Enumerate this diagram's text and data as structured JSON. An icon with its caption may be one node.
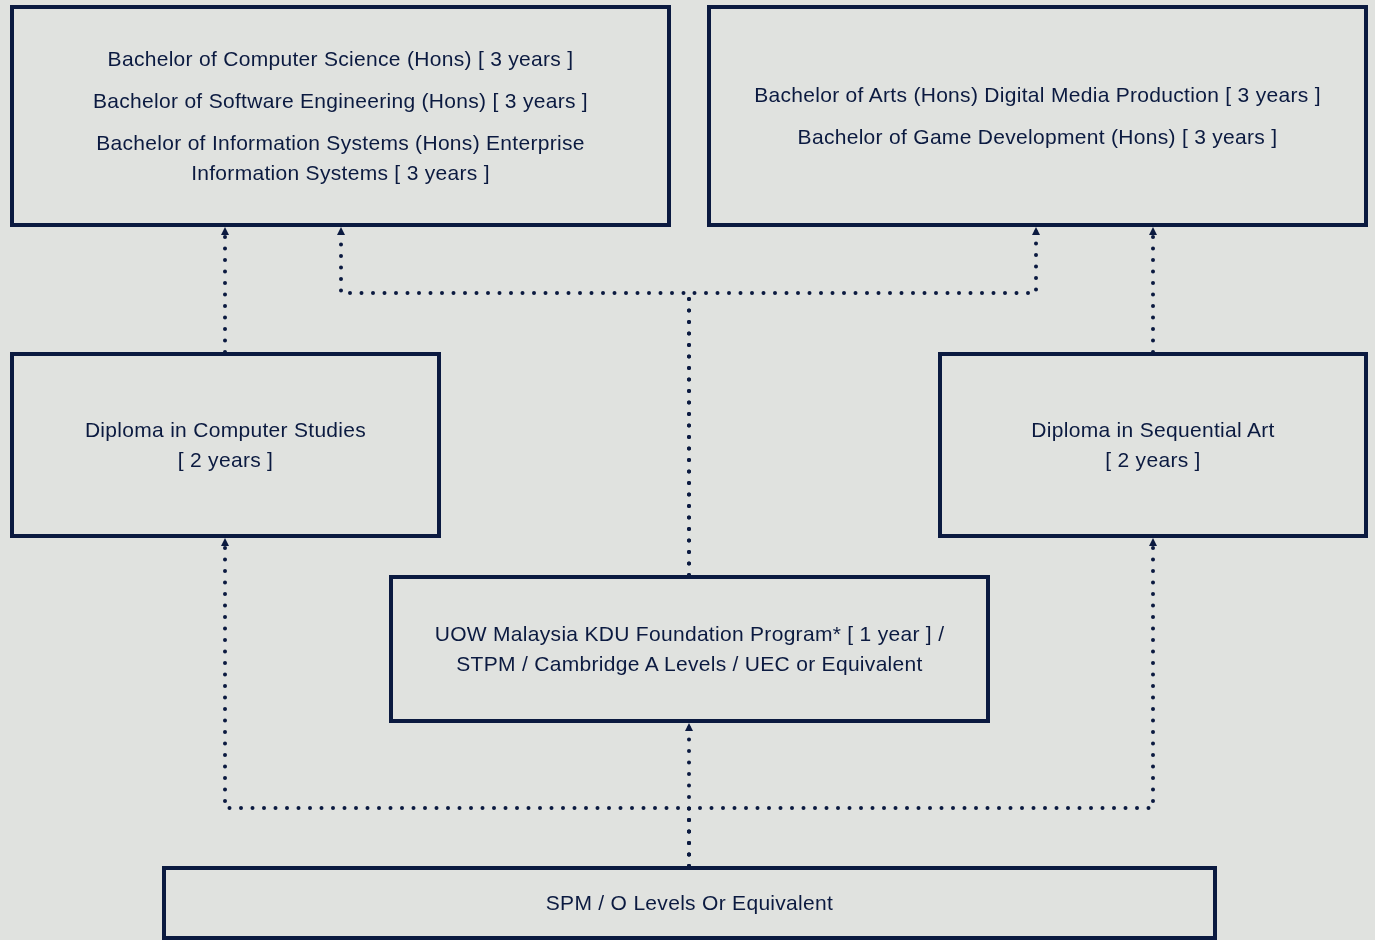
{
  "diagram": {
    "nodes": [
      {
        "text": [
          "Bachelor of Computer Science (Hons) [ 3 years ]",
          "Bachelor of Software Engineering (Hons) [ 3 years ]",
          "Bachelor of Information Systems (Hons) Enterprise Information Systems [ 3 years ]"
        ]
      },
      {
        "text": [
          "Bachelor of Arts (Hons) Digital Media Production [ 3 years ]",
          "Bachelor of Game Development (Hons) [ 3 years ]"
        ]
      },
      {
        "text": [
          "Diploma in Computer Studies",
          "[ 2 years ]"
        ]
      },
      {
        "text": [
          "Diploma in Sequential Art",
          "[ 2 years ]"
        ]
      },
      {
        "text": [
          "UOW Malaysia KDU Foundation Program* [ 1 year ] / STPM / Cambridge A Levels / UEC or Equivalent"
        ]
      },
      {
        "text": [
          "SPM / O Levels Or Equivalent"
        ]
      }
    ],
    "edges": [
      {
        "from": 2,
        "to": 0,
        "arrow": "to"
      },
      {
        "from": 3,
        "to": 1,
        "arrow": "to"
      },
      {
        "from": 4,
        "to": 0,
        "arrow": "to"
      },
      {
        "from": 4,
        "to": 1,
        "arrow": "to"
      },
      {
        "from": 5,
        "to": 4,
        "arrow": "to"
      },
      {
        "from": 5,
        "to": 2,
        "arrow": "to"
      },
      {
        "from": 5,
        "to": 3,
        "arrow": "to"
      }
    ]
  }
}
